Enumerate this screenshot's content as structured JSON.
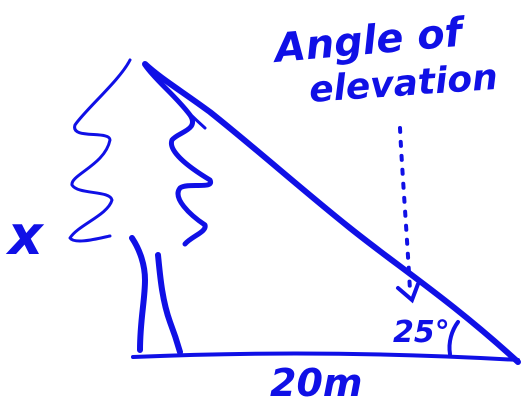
{
  "diagram": {
    "ink_color": "#1010e6",
    "background_color": "#ffffff",
    "labels": {
      "annotation_line1": "Angle of",
      "annotation_line2": "elevation",
      "height_label": "x",
      "angle_label": "25°",
      "base_label": "20m"
    },
    "icons": {
      "tree": "pine-tree-sketch"
    }
  }
}
